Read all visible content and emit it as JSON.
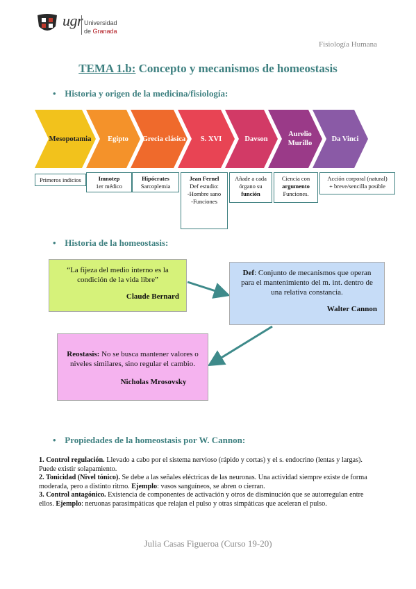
{
  "header": {
    "logo_text": "ugr",
    "university_line1": "Universidad",
    "university_line2_prefix": "de ",
    "university_line2_city": "Granada",
    "subject": "Fisiología Humana"
  },
  "title": {
    "prefix": "TEMA 1.b:",
    "text": " Concepto y mecanismos de homeostasis"
  },
  "sections": {
    "history": "Historia y origen de la medicina/fisiología:",
    "homeostasis_history": "Historia de la homeostasis:",
    "properties": "Propiedades de la homeostasis por W. Cannon:"
  },
  "timeline": [
    {
      "label": "Mesopotamia",
      "color": "#f2c21c",
      "dark": true
    },
    {
      "label": "Egipto",
      "color": "#f4922a"
    },
    {
      "label": "Grecia clásica",
      "color": "#ef6a2c"
    },
    {
      "label": "S. XVI",
      "color": "#e84454"
    },
    {
      "label": "Davson",
      "color": "#d23a66"
    },
    {
      "label": "Aurelio Murillo",
      "color": "#9a3a88"
    },
    {
      "label": "Da Vinci",
      "color": "#8a5aa6"
    }
  ],
  "timeline_notes": {
    "n1": "Primeros indicios",
    "n2_bold": "Imnotep",
    "n2": "1er médico",
    "n3_bold": "Hipócrates",
    "n3": "Sarcoplemia",
    "n4_bold": "Jean Fernel",
    "n4_l1": "Def estudio:",
    "n4_l2": "-Hombre sano",
    "n4_l3": "-Funciones",
    "n5_l1": "Añade a cada",
    "n5_l2": "órgano su",
    "n5_bold": "función",
    "n6_l1": "Ciencia con",
    "n6_bold": "argumento",
    "n6_l2": "Funciones.",
    "n7_l1": "Acción corporal (natural)",
    "n7_l2": "+ breve/sencilla posible"
  },
  "cards": {
    "bernard_quote": "“La fijeza del medio interno es la condición de la vida libre”",
    "bernard_author": "Claude Bernard",
    "cannon_def_label": "Def",
    "cannon_def": ": Conjunto de mecanismos que operan para el mantenimiento del m. int. dentro de una relativa constancia.",
    "cannon_author": "Walter Cannon",
    "mros_label": "Reostasis:",
    "mros_text": " No se busca mantener valores o niveles similares, sino regular el cambio.",
    "mros_author": "Nicholas Mrosovsky"
  },
  "properties": {
    "p1_title": "1. Control regulación.",
    "p1_text": " Llevado a cabo por el sistema nervioso (rápido y cortas) y el s. endocrino (lentas y largas). Puede existir solapamiento.",
    "p2_title": "2. Tonicidad (Nivel tónico).",
    "p2_text": " Se debe a las señales eléctricas de las neuronas. Una actividad siempre existe de forma moderada, pero a distinto ritmo. ",
    "p2_ex": "Ejemplo",
    "p2_ex_text": ": vasos sanguíneos, se abren o cierran.",
    "p3_title": "3. Control antagónico.",
    "p3_text": " Existencia de componentes de activación y otros de disminución que se autorregulan entre ellos. ",
    "p3_ex": "Ejemplo",
    "p3_ex_text": ": neruonas parasimpáticas que relajan el pulso y otras simpáticas que aceleran el pulso."
  },
  "footer": "Julia Casas Figueroa (Curso 19-20)",
  "colors": {
    "teal": "#3e8080",
    "arrow": "#3e8a8a"
  }
}
